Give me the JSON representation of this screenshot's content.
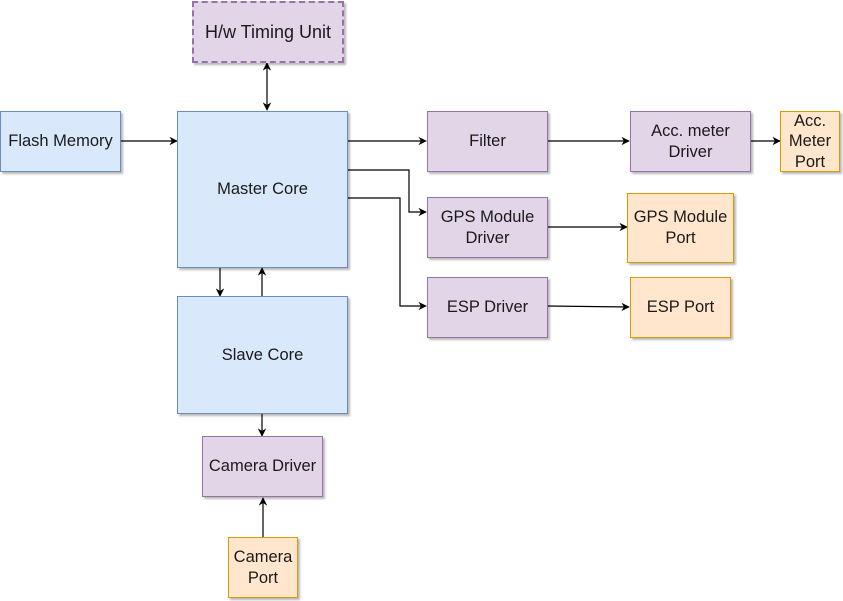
{
  "diagram": {
    "nodes": {
      "hw_timing_unit": {
        "label": "H/w Timing Unit",
        "color": "#e1d5e7",
        "border": "dashed"
      },
      "flash_memory": {
        "label": "Flash Memory",
        "color": "#dae8fc"
      },
      "master_core": {
        "label": "Master Core",
        "color": "#dae8fc"
      },
      "slave_core": {
        "label": "Slave Core",
        "color": "#dae8fc"
      },
      "camera_driver": {
        "label": "Camera Driver",
        "color": "#e1d5e7"
      },
      "camera_port": {
        "label": "Camera\nPort",
        "color": "#ffe6cc"
      },
      "filter": {
        "label": "Filter",
        "color": "#e1d5e7"
      },
      "acc_driver": {
        "label": "Acc. meter\nDriver",
        "color": "#e1d5e7"
      },
      "acc_port": {
        "label": "Acc.\nMeter\nPort",
        "color": "#ffe6cc"
      },
      "gps_driver": {
        "label": "GPS Module\nDriver",
        "color": "#e1d5e7"
      },
      "gps_port": {
        "label": "GPS Module\nPort",
        "color": "#ffe6cc"
      },
      "esp_driver": {
        "label": "ESP Driver",
        "color": "#e1d5e7"
      },
      "esp_port": {
        "label": "ESP Port",
        "color": "#ffe6cc"
      }
    },
    "edges": [
      {
        "from": "master_core",
        "to": "hw_timing_unit",
        "bidirectional": true
      },
      {
        "from": "flash_memory",
        "to": "master_core"
      },
      {
        "from": "master_core",
        "to": "filter"
      },
      {
        "from": "filter",
        "to": "acc_driver"
      },
      {
        "from": "acc_driver",
        "to": "acc_port"
      },
      {
        "from": "master_core",
        "to": "gps_driver"
      },
      {
        "from": "gps_driver",
        "to": "gps_port"
      },
      {
        "from": "master_core",
        "to": "esp_driver"
      },
      {
        "from": "esp_driver",
        "to": "esp_port"
      },
      {
        "from": "master_core",
        "to": "slave_core"
      },
      {
        "from": "slave_core",
        "to": "master_core"
      },
      {
        "from": "slave_core",
        "to": "camera_driver"
      },
      {
        "from": "camera_port",
        "to": "camera_driver"
      }
    ]
  }
}
